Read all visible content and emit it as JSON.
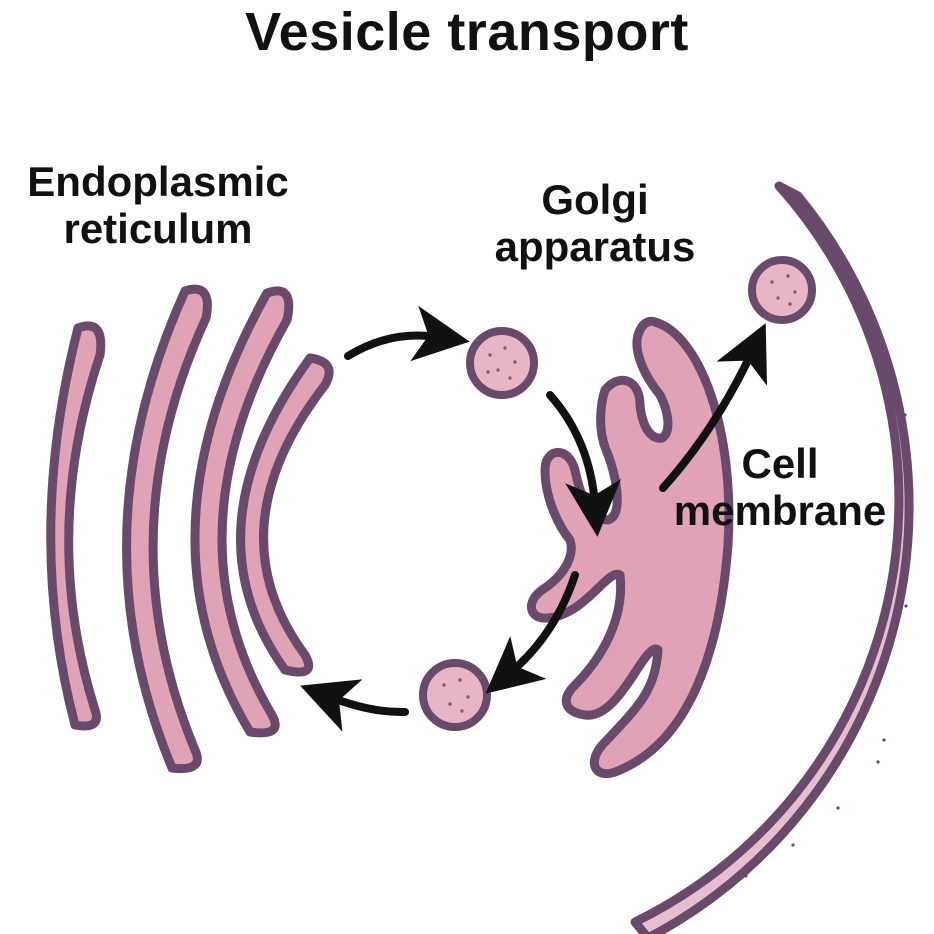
{
  "title": "Vesicle transport",
  "labels": {
    "er": [
      "Endoplasmic",
      "reticulum"
    ],
    "golgi": [
      "Golgi",
      "apparatus"
    ],
    "membrane": [
      "Cell",
      "membrane"
    ]
  },
  "colors": {
    "organelle_fill": "#e0a3b6",
    "organelle_stroke": "#6a4a6a",
    "membrane_fill": "#e5bfd0",
    "vesicle_fill": "#e8b5c4",
    "arrow": "#111111",
    "text": "#111111"
  },
  "icons": [
    "transport-arrow-icon"
  ]
}
